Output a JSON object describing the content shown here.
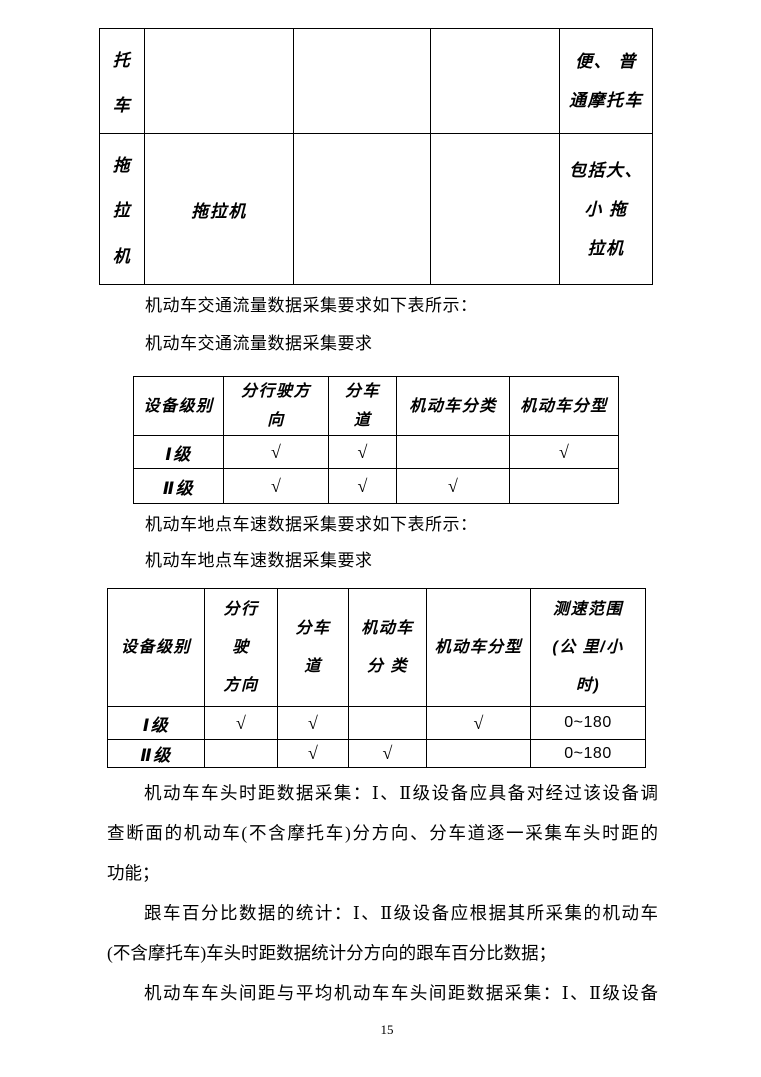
{
  "colors": {
    "text": "#000000",
    "background": "#ffffff",
    "table_border": "#000000"
  },
  "page": {
    "number": "15"
  },
  "continuation_table": {
    "row1": {
      "label_chars": [
        "托",
        "车"
      ],
      "col2": "",
      "col3": "",
      "col4": "",
      "note_lines": [
        "便、 普",
        "通摩托车"
      ]
    },
    "row2": {
      "label_chars": [
        "拖",
        "拉",
        "机"
      ],
      "col2": "拖拉机",
      "col3": "",
      "col4": "",
      "note_lines": [
        "包括大、",
        "小 拖",
        "拉机"
      ]
    }
  },
  "flow_section": {
    "intro": "机动车交通流量数据采集要求如下表所示：",
    "table_title": "机动车交通流量数据采集要求",
    "table": {
      "header": {
        "col1": [
          "设备级别"
        ],
        "col2": [
          "分行驶方",
          "向"
        ],
        "col3": [
          "分车",
          "道"
        ],
        "col4": [
          "机动车分类"
        ],
        "col5": [
          "机动车分型"
        ]
      },
      "rows": [
        {
          "level": "Ⅰ级",
          "direction": "√",
          "lane": "√",
          "classify": "",
          "type": "√"
        },
        {
          "level": "Ⅱ级",
          "direction": "√",
          "lane": "√",
          "classify": "√",
          "type": ""
        }
      ]
    }
  },
  "speed_section": {
    "intro": "机动车地点车速数据采集要求如下表所示：",
    "table_title": "机动车地点车速数据采集要求",
    "table": {
      "header": {
        "col1": [
          "设备级别"
        ],
        "col2": [
          "分行",
          "驶",
          "方向"
        ],
        "col3": [
          "分车",
          "道"
        ],
        "col4": [
          "机动车",
          "分 类"
        ],
        "col5": [
          "机动车分型"
        ],
        "col6": [
          "测速范围",
          "(公 里/小",
          "时)"
        ]
      },
      "rows": [
        {
          "level": "Ⅰ级",
          "direction": "√",
          "lane": "√",
          "classify": "",
          "type": "√",
          "range": "0~180"
        },
        {
          "level": "Ⅱ级",
          "direction": "",
          "lane": "√",
          "classify": "√",
          "type": "",
          "range": "0~180"
        }
      ]
    }
  },
  "paragraphs": {
    "p1": {
      "lines": [
        "机动车车头时距数据采集：Ⅰ、Ⅱ级设备应具备对经过该设备调",
        "查断面的机动车(不含摩托车)分方向、分车道逐一采集车头时距的",
        "功能；"
      ]
    },
    "p2": {
      "lines": [
        "跟车百分比数据的统计：Ⅰ、Ⅱ级设备应根据其所采集的机动车",
        "(不含摩托车)车头时距数据统计分方向的跟车百分比数据；"
      ]
    },
    "p3": {
      "lines": [
        "机动车车头间距与平均机动车车头间距数据采集：Ⅰ、Ⅱ级设备"
      ]
    }
  }
}
